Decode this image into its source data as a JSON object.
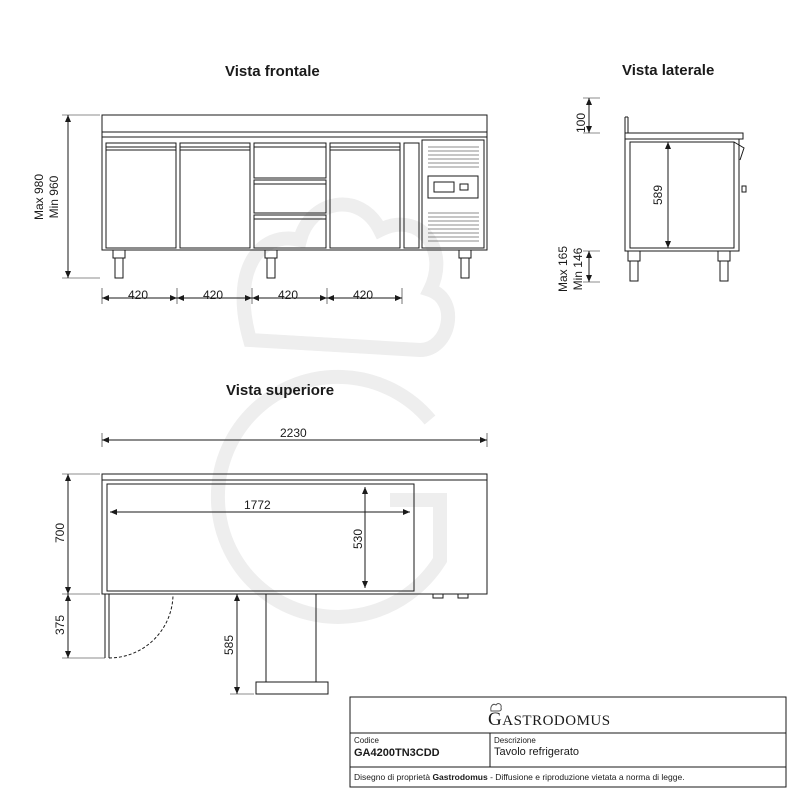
{
  "views": {
    "front_title": "Vista frontale",
    "side_title": "Vista laterale",
    "top_title": "Vista superiore"
  },
  "front": {
    "height_max": "Max 980",
    "height_min": "Min 960",
    "widths": [
      "420",
      "420",
      "420",
      "420"
    ]
  },
  "side": {
    "top_offset": "100",
    "inner_height": "589",
    "feet_max": "Max 165",
    "feet_min": "Min 146"
  },
  "top": {
    "total_width": "2230",
    "inner_width": "1772",
    "inner_depth": "530",
    "depth": "700",
    "door_swing": "375",
    "drawer_extension": "585"
  },
  "title_block": {
    "brand_initial": "G",
    "brand_rest": "ASTRODOMUS",
    "code_label": "Codice",
    "code_value": "GA4200TN3CDD",
    "desc_label": "Descrizione",
    "desc_value": "Tavolo refrigerato",
    "footer_prefix": "Disegno di proprietà ",
    "footer_brand": "Gastrodomus",
    "footer_suffix": " - Diffusione e riproduzione vietata a norma di legge."
  },
  "colors": {
    "line": "#1a1a1a",
    "watermark": "#ececec"
  }
}
